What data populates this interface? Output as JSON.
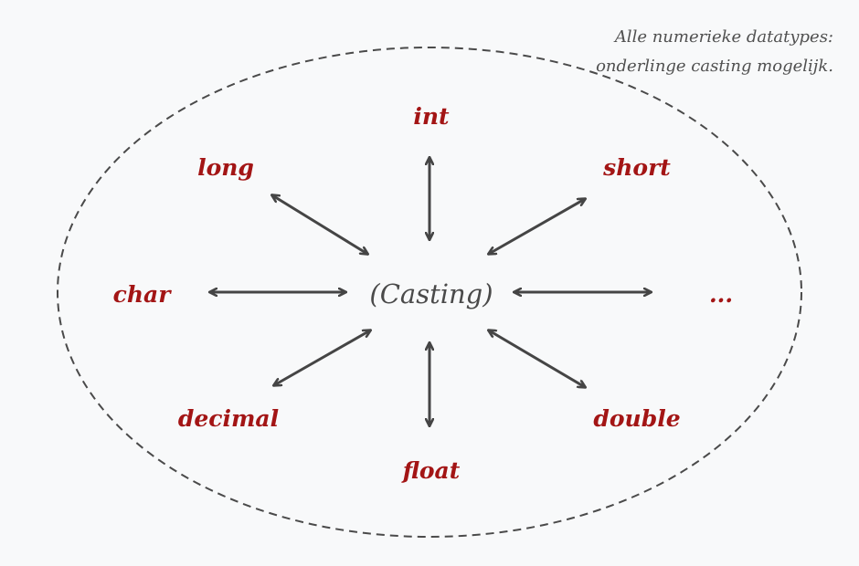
{
  "caption": {
    "line1": "Alle numerieke datatypes:",
    "line2": "onderlinge casting mogelijk."
  },
  "center_label": "(Casting)",
  "types": {
    "int": "int",
    "long": "long",
    "short": "short",
    "char": "char",
    "more": "...",
    "decimal": "decimal",
    "double": "double",
    "float": "float"
  },
  "colors": {
    "type_label": "#a31515",
    "center_label": "#4a4a4a",
    "arrow": "#454545",
    "boundary": "#4a4a4a",
    "background": "#f8f9fa"
  }
}
